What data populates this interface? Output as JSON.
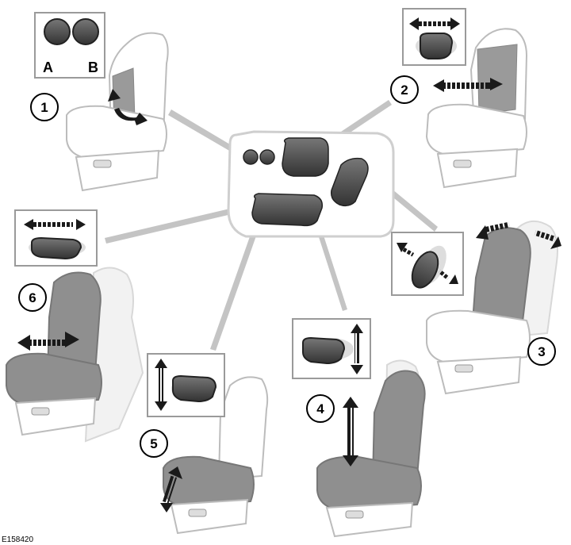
{
  "diagram": {
    "reference_code": "E158420",
    "control_labels": {
      "a": "A",
      "b": "B"
    },
    "callouts": [
      {
        "id": "1",
        "label": "1"
      },
      {
        "id": "2",
        "label": "2"
      },
      {
        "id": "3",
        "label": "3"
      },
      {
        "id": "4",
        "label": "4"
      },
      {
        "id": "5",
        "label": "5"
      },
      {
        "id": "6",
        "label": "6"
      }
    ],
    "colors": {
      "panel": "#ffffff",
      "control": "#4a4a4a",
      "seat_highlight": "#8a8a8a",
      "seat_outline": "#bdbdbd",
      "pointer": "#bfbfbf",
      "arrow": "#1a1a1a"
    }
  }
}
